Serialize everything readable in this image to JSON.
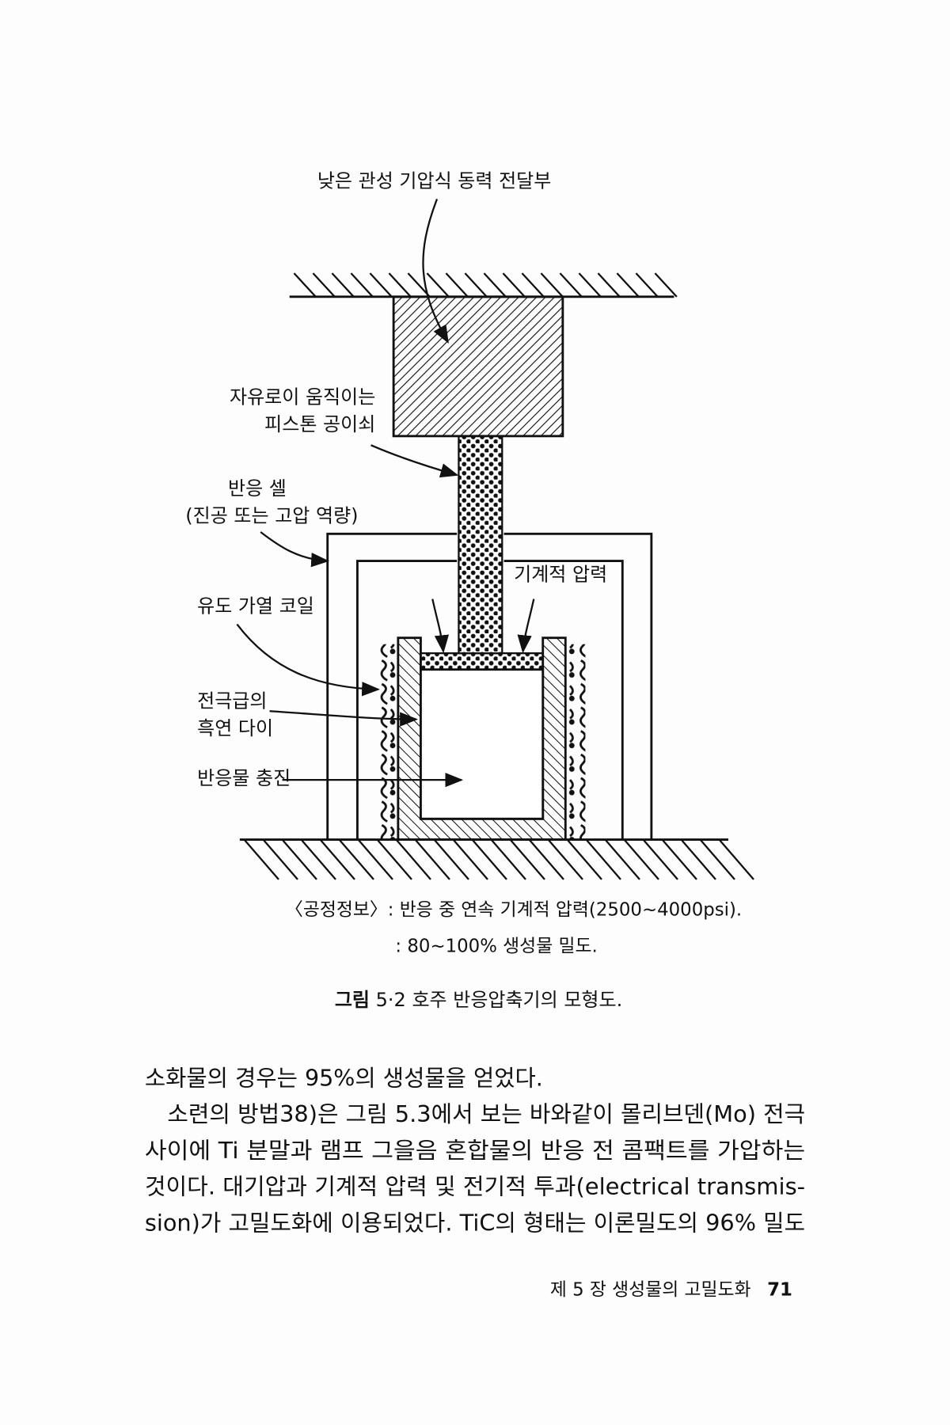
{
  "diagram": {
    "labels": {
      "top_drive": "낮은 관성 기압식 동력 전달부",
      "piston_line1": "자유로이 움직이는",
      "piston_line2": "피스톤 공이쇠",
      "cell_line1": "반응 셀",
      "cell_line2": "(진공 또는 고압 역량)",
      "mech_pressure": "기계적 압력",
      "coil": "유도 가열 코일",
      "die_line1": "전극급의",
      "die_line2": "흑연 다이",
      "charge": "반응물 충진"
    },
    "process_info_line1": "〈공정정보〉: 반응 중 연속 기계적 압력(2500~4000psi).",
    "process_info_line2": ": 80~100% 생성물 밀도.",
    "figure_caption_label": "그림",
    "figure_caption_text": "5·2  호주 반응압축기의 모형도."
  },
  "body": {
    "lines": [
      "소화물의 경우는 95%의 생성물을 얻었다.",
      "소련의 방법38)은 그림 5.3에서 보는 바와같이 몰리브덴(Mo) 전극",
      "사이에 Ti 분말과 램프 그을음 혼합물의 반응 전 콤팩트를 가압하는",
      "것이다. 대기압과 기계적 압력 및 전기적 투과(electrical transmis-",
      "sion)가 고밀도화에 이용되었다. TiC의 형태는 이론밀도의 96% 밀도"
    ]
  },
  "footer": {
    "chapter": "제 5 장   생성물의 고밀도화",
    "page_number": "71"
  }
}
